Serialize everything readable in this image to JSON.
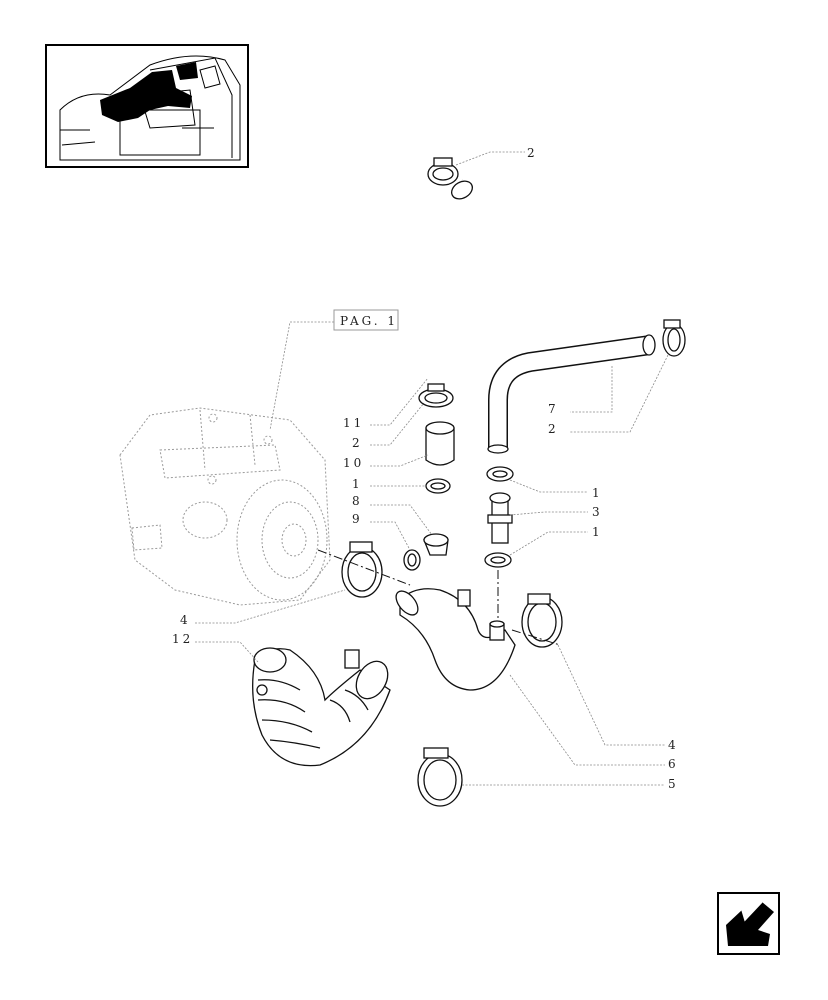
{
  "reference_tag": "PAG. 1",
  "callouts": {
    "c2_top": "2",
    "c7": "7",
    "c2_right": "2",
    "c11": "11",
    "c2_left": "2",
    "c10": "10",
    "c1_left": "1",
    "c8": "8",
    "c9": "9",
    "c1_right_a": "1",
    "c3": "3",
    "c1_right_b": "1",
    "c4_left": "4",
    "c12": "12",
    "c4_right": "4",
    "c6": "6",
    "c5": "5"
  },
  "icons": {
    "thumbnail": "engine-location-thumbnail",
    "navigation": "previous-page-arrow-icon"
  }
}
